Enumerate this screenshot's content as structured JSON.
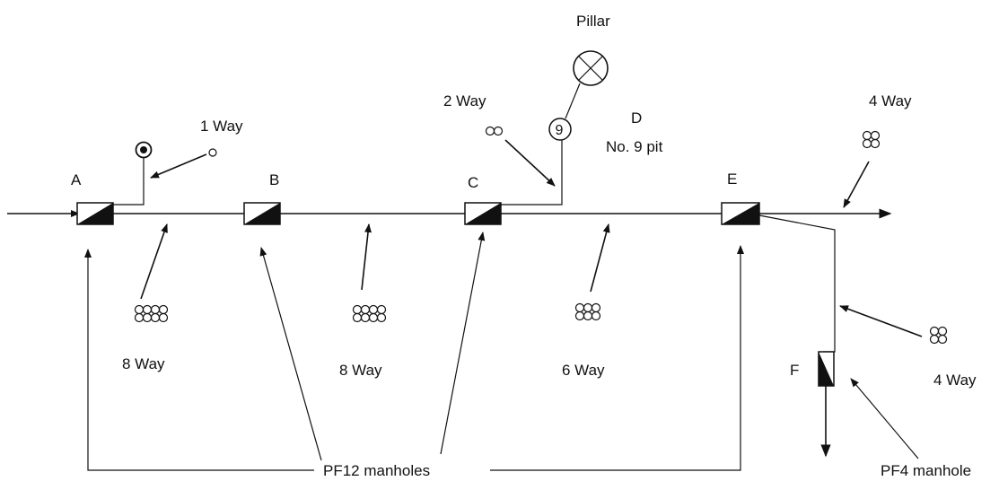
{
  "diagram": {
    "nodes": {
      "A": "A",
      "B": "B",
      "C": "C",
      "D": "D",
      "E": "E",
      "F": "F"
    },
    "pillar_label": "Pillar",
    "pit_number": "9",
    "pit_label": "No. 9 pit",
    "conduits": {
      "one_way": "1 Way",
      "two_way": "2 Way",
      "four_way_main": "4 Way",
      "four_way_branch": "4 Way",
      "eight_way_ab": "8 Way",
      "eight_way_bc": "8 Way",
      "six_way": "6 Way"
    },
    "manholes_pf12": "PF12 manholes",
    "manhole_pf4": "PF4 manhole"
  }
}
